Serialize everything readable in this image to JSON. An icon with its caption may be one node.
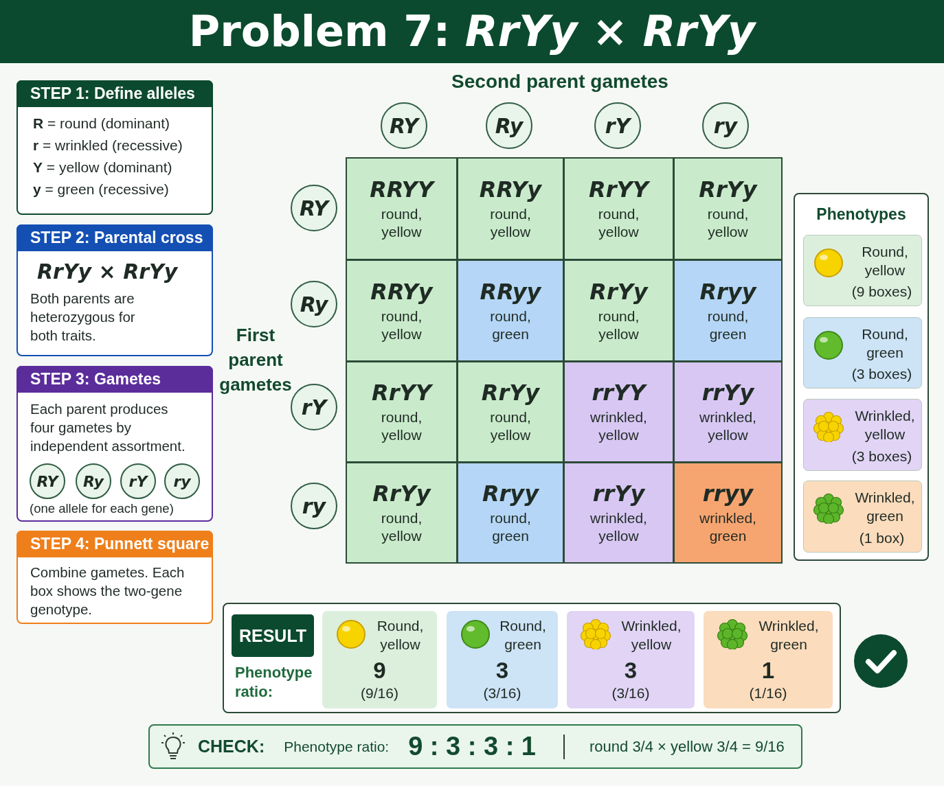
{
  "diagram": {
    "title": "Problem 7: *RrYy × RrYy*",
    "nodes": [
      {
        "text": [
          "STEP 1: Define alleles",
          "**R** = round (dominant)",
          "**r** = wrinkled (recessive)",
          "**Y** = yellow (dominant)",
          "**y** = green (recessive)"
        ]
      },
      {
        "text": [
          "STEP 2: Parental cross",
          "RrYy × RrYy",
          "Both parents are heterozygous for both traits."
        ]
      },
      {
        "text": [
          "STEP 3: Gametes",
          "Each parent produces four gametes by independent assortment.",
          "(one allele for each gene)"
        ]
      },
      {
        "text": [
          "RY"
        ],
        "in": 2
      },
      {
        "text": [
          "Ry"
        ],
        "in": 2
      },
      {
        "text": [
          "rY"
        ],
        "in": 2
      },
      {
        "text": [
          "ry"
        ],
        "in": 2
      },
      {
        "text": [
          "STEP 4: Punnett square",
          "Combine gametes. Each box shows the two-gene genotype."
        ]
      },
      {
        "text": [
          "RY"
        ]
      },
      {
        "text": [
          "Ry"
        ]
      },
      {
        "text": [
          "rY"
        ]
      },
      {
        "text": [
          "ry"
        ]
      },
      {
        "text": [
          "RY"
        ]
      },
      {
        "text": [
          "Ry"
        ]
      },
      {
        "text": [
          "rY"
        ]
      },
      {
        "text": [
          "ry"
        ]
      },
      {
        "text": [
          "RRYY",
          "round, yellow"
        ]
      },
      {
        "text": [
          "RRYy",
          "round, yellow"
        ]
      },
      {
        "text": [
          "RrYY",
          "round, yellow"
        ]
      },
      {
        "text": [
          "RrYy",
          "round, yellow"
        ]
      },
      {
        "text": [
          "RRYy",
          "round, yellow"
        ]
      },
      {
        "text": [
          "RRyy",
          "round, green"
        ]
      },
      {
        "text": [
          "RrYy",
          "round, yellow"
        ]
      },
      {
        "text": [
          "Rryy",
          "round, green"
        ]
      },
      {
        "text": [
          "RrYY",
          "round, yellow"
        ]
      },
      {
        "text": [
          "RrYy",
          "round, yellow"
        ]
      },
      {
        "text": [
          "rrYY",
          "wrinkled, yellow"
        ]
      },
      {
        "text": [
          "rrYy",
          "wrinkled, yellow"
        ]
      },
      {
        "text": [
          "RrYy",
          "round, yellow"
        ]
      },
      {
        "text": [
          "Rryy",
          "round, green"
        ]
      },
      {
        "text": [
          "rrYy",
          "wrinkled, yellow"
        ]
      },
      {
        "text": [
          "rryy",
          "wrinkled, green"
        ]
      },
      {
        "text": [
          "Phenotypes"
        ]
      },
      {
        "text": [
          "Round, yellow",
          "(9 boxes)"
        ],
        "in": 32
      },
      {
        "text": [
          "Round, green",
          "(3 boxes)"
        ],
        "in": 32
      },
      {
        "text": [
          "Wrinkled, yellow",
          "(3 boxes)"
        ],
        "in": 32
      },
      {
        "text": [
          "Wrinkled, green",
          "(1 box)"
        ],
        "in": 32
      },
      {
        "text": [
          "Phenotype ratio:"
        ]
      },
      {
        "text": [
          "RESULT"
        ],
        "in": 37
      },
      {
        "text": [
          "Round, yellow",
          "9",
          "(9/16)"
        ],
        "in": 37
      },
      {
        "text": [
          "Round, green",
          "3",
          "(3/16)"
        ],
        "in": 37
      },
      {
        "text": [
          "Wrinkled, yellow",
          "3",
          "(3/16)"
        ],
        "in": 37
      },
      {
        "text": [
          "Wrinkled, green",
          "1",
          "(1/16)"
        ],
        "in": 37
      },
      {
        "text": [
          "CHECK:",
          "Phenotype ratio:",
          "9 : 3 : 3 : 1",
          "round 3/4 × yellow 3/4 = 9/16"
        ]
      }
    ],
    "labels": [
      "Second parent gametes",
      "First parent gametes"
    ]
  }
}
